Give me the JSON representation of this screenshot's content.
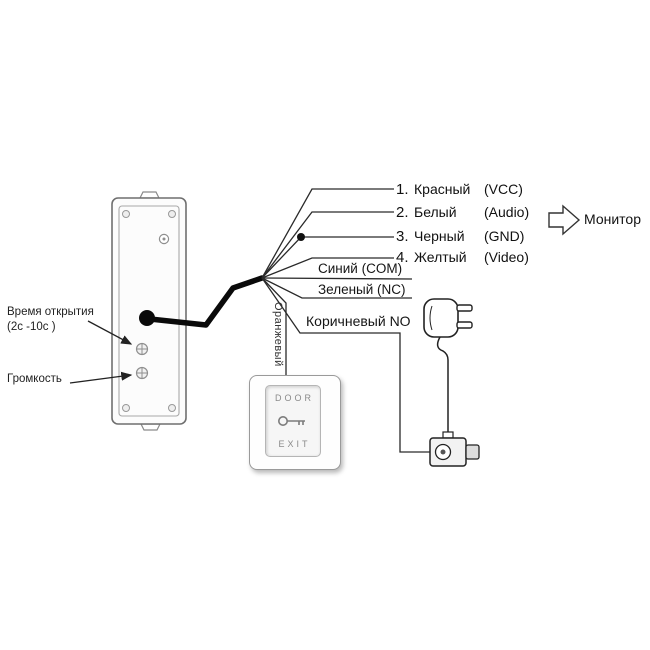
{
  "left": {
    "opening_time_line1": "Время открытия",
    "opening_time_line2": "(2с -10с )",
    "volume": "Громкость"
  },
  "wires": [
    {
      "num": "1.",
      "name": "Красный",
      "paren": "(VCC)"
    },
    {
      "num": "2.",
      "name": "Белый",
      "paren": "(Audio)"
    },
    {
      "num": "3.",
      "name": "Черный",
      "paren": "(GND)"
    },
    {
      "num": "4.",
      "name": "Желтый",
      "paren": "(Video)"
    }
  ],
  "aux": {
    "blue": "Синий (COM)",
    "green": "Зеленый (NC)",
    "brown": "Коричневый NO",
    "orange": "Оранжевый"
  },
  "monitor": {
    "label": "Монитор"
  },
  "exit_button": {
    "top_label": "DOOR",
    "bottom_label": "EXIT"
  },
  "colors": {
    "line": "#2a2a2a",
    "text": "#1a1a1a"
  }
}
